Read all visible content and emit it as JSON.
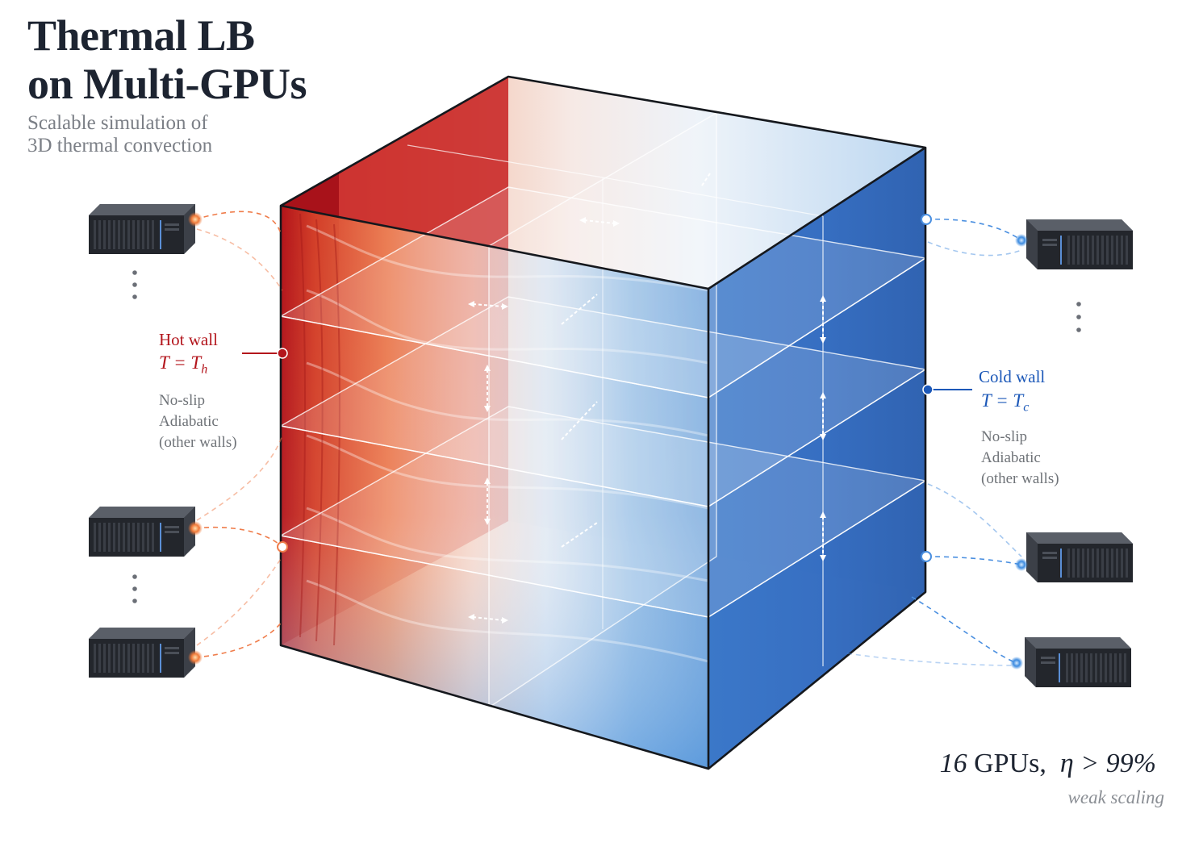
{
  "title_line1": "Thermal LB",
  "title_line2": "on Multi-GPUs",
  "subtitle_line1": "Scalable simulation of",
  "subtitle_line2": "3D thermal convection",
  "hot_wall": {
    "label": "Hot wall",
    "eq_lhs": "T = T",
    "eq_sub": "h",
    "notes": [
      "No-slip",
      "Adiabatic",
      "(other walls)"
    ]
  },
  "cold_wall": {
    "label": "Cold wall",
    "eq_lhs": "T = T",
    "eq_sub": "c",
    "notes": [
      "No-slip",
      "Adiabatic",
      "(other walls)"
    ]
  },
  "scaling": {
    "gpu_count": "16",
    "gpu_label": "GPUs,",
    "efficiency": "η > 99%",
    "note": "weak scaling"
  },
  "colors": {
    "hot": "#c21a1a",
    "hot_light": "#f08a5a",
    "cold": "#1c5cb8",
    "cold_light": "#8fbbe6",
    "ink": "#1d2431",
    "muted": "#7b7f86"
  },
  "icons": [
    "gpu-unit-icon",
    "vertical-ellipsis-icon",
    "halo-exchange-arrow-icon"
  ]
}
